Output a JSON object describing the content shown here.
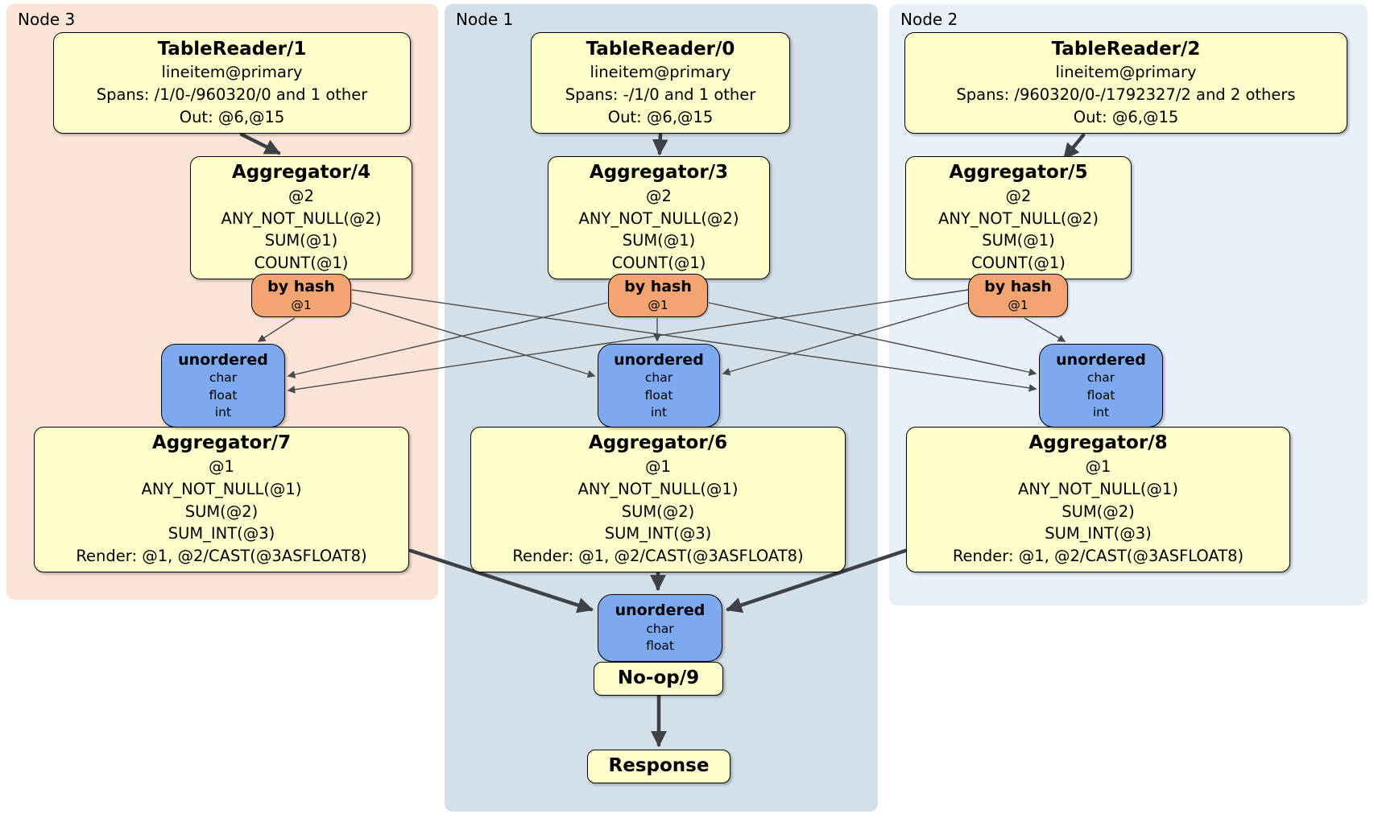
{
  "diagram": {
    "kind": "distsql-plan",
    "colors": {
      "processor_fill": "#ffffcc",
      "router_fill": "#f4a471",
      "sync_fill": "#7da9f1",
      "node3_region": "#fce4d8",
      "node1_region": "#d3e0ea",
      "node2_region": "#eaf0f9",
      "edge": "#3e4145"
    },
    "nodes": [
      {
        "label": "Node 3",
        "table_reader": {
          "title": "TableReader/1",
          "body": "lineitem@primary\nSpans: /1/0-/960320/0 and 1 other\nOut: @6,@15"
        },
        "stage1_aggregator": {
          "title": "Aggregator/4",
          "body": "@2\nANY_NOT_NULL(@2)\nSUM(@1)\nCOUNT(@1)"
        },
        "hash_router": {
          "title": "by hash",
          "body": "@1"
        },
        "sync": {
          "title": "unordered",
          "body": "char\nfloat\nint"
        },
        "stage2_aggregator": {
          "title": "Aggregator/7",
          "body": "@1\nANY_NOT_NULL(@1)\nSUM(@2)\nSUM_INT(@3)\nRender: @1, @2/CAST(@3ASFLOAT8)"
        }
      },
      {
        "label": "Node 1",
        "table_reader": {
          "title": "TableReader/0",
          "body": "lineitem@primary\nSpans: -/1/0 and 1 other\nOut: @6,@15"
        },
        "stage1_aggregator": {
          "title": "Aggregator/3",
          "body": "@2\nANY_NOT_NULL(@2)\nSUM(@1)\nCOUNT(@1)"
        },
        "hash_router": {
          "title": "by hash",
          "body": "@1"
        },
        "sync": {
          "title": "unordered",
          "body": "char\nfloat\nint"
        },
        "stage2_aggregator": {
          "title": "Aggregator/6",
          "body": "@1\nANY_NOT_NULL(@1)\nSUM(@2)\nSUM_INT(@3)\nRender: @1, @2/CAST(@3ASFLOAT8)"
        }
      },
      {
        "label": "Node 2",
        "table_reader": {
          "title": "TableReader/2",
          "body": "lineitem@primary\nSpans: /960320/0-/1792327/2 and 2 others\nOut: @6,@15"
        },
        "stage1_aggregator": {
          "title": "Aggregator/5",
          "body": "@2\nANY_NOT_NULL(@2)\nSUM(@1)\nCOUNT(@1)"
        },
        "hash_router": {
          "title": "by hash",
          "body": "@1"
        },
        "sync": {
          "title": "unordered",
          "body": "char\nfloat\nint"
        },
        "stage2_aggregator": {
          "title": "Aggregator/8",
          "body": "@1\nANY_NOT_NULL(@1)\nSUM(@2)\nSUM_INT(@3)\nRender: @1, @2/CAST(@3ASFLOAT8)"
        }
      }
    ],
    "final_stage": {
      "sync": {
        "title": "unordered",
        "body": "char\nfloat"
      },
      "noop": {
        "title": "No-op/9"
      },
      "response": {
        "title": "Response"
      }
    }
  }
}
